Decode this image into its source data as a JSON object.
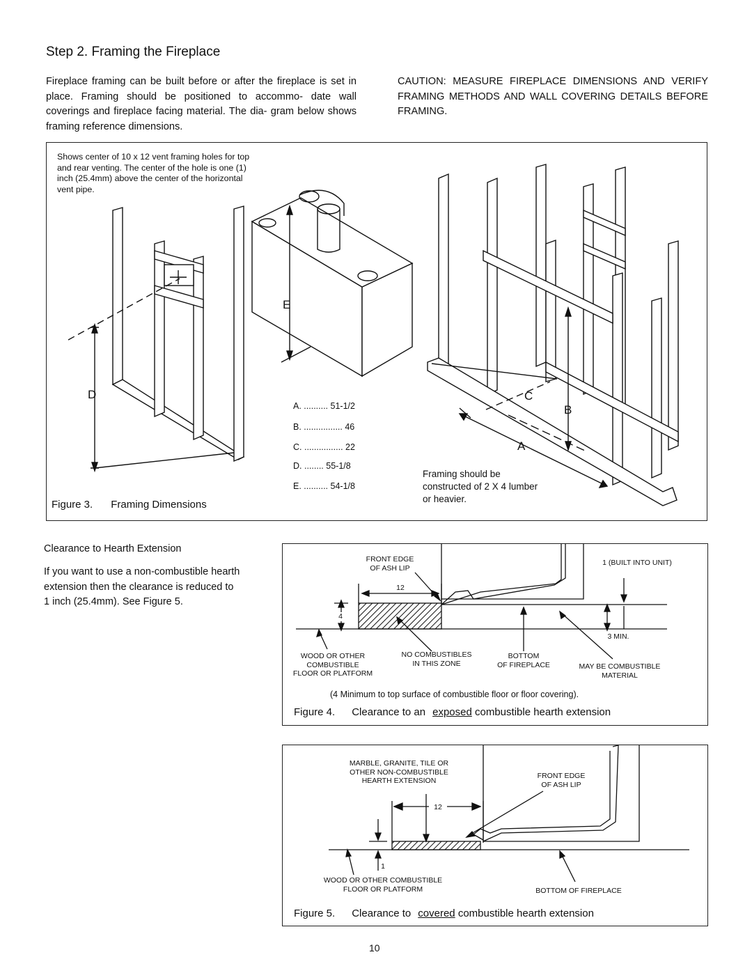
{
  "step_title": "Step 2.  Framing the Fireplace",
  "intro": "Fireplace framing can be built before or after the fireplace is set in place. Framing should be positioned to accommo- date wall coverings and fireplace facing material. The dia- gram below shows framing reference dimensions.",
  "caution": "CAUTION: MEASURE FIREPLACE DIMENSIONS AND VERIFY FRAMING METHODS AND WALL COVERING DETAILS BEFORE FRAMING.",
  "figure3": {
    "note": "Shows center of 10  x 12  vent framing holes for top and rear venting. The center of the hole is one (1) inch (25.4mm) above the center of the horizontal vent pipe.",
    "caption_num": "Figure 3.",
    "caption_text": "Framing Dimensions",
    "letters": {
      "A": "A",
      "B": "B",
      "C": "C",
      "D": "D",
      "E": "E"
    },
    "dimensions": [
      {
        "key": "A.",
        "dots": "..........",
        "value": "51-1/2"
      },
      {
        "key": "B.",
        "dots": "................",
        "value": "46"
      },
      {
        "key": "C.",
        "dots": "................",
        "value": "22"
      },
      {
        "key": "D.",
        "dots": "........",
        "value": "55-1/8"
      },
      {
        "key": "E.",
        "dots": "..........",
        "value": "54-1/8"
      }
    ],
    "framing_note": "Framing should be constructed of 2 X 4 lumber or heavier."
  },
  "hearth": {
    "heading": "Clearance to Hearth Extension",
    "body": "If you want to use a non-combustible hearth extension then the clearance is reduced to 1 inch (25.4mm). See Figure 5."
  },
  "figure4": {
    "front_edge": [
      "FRONT EDGE",
      "OF ASH LIP"
    ],
    "built_in": "1  (BUILT INTO UNIT)",
    "dim_12": "12",
    "dim_4": "4",
    "min3": "3  MIN.",
    "wood": [
      "WOOD OR OTHER",
      "COMBUSTIBLE",
      "FLOOR OR PLATFORM"
    ],
    "no_comb": [
      "NO COMBUSTIBLES",
      "IN THIS ZONE"
    ],
    "bottom": [
      "BOTTOM",
      "OF FIREPLACE"
    ],
    "may_be": [
      "MAY BE COMBUSTIBLE",
      "MATERIAL"
    ],
    "footnote": "(4  Minimum to top surface of combustible floor or floor covering).",
    "caption_num": "Figure 4.",
    "caption_pre": "Clearance to an",
    "caption_u": "exposed",
    "caption_post": "combustible hearth extension"
  },
  "figure5": {
    "marble": [
      "MARBLE, GRANITE, TILE OR",
      "OTHER NON-COMBUSTIBLE",
      "HEARTH EXTENSION"
    ],
    "front_edge": [
      "FRONT EDGE",
      "OF ASH LIP"
    ],
    "dim_12": "12",
    "dim_1": "1",
    "wood": [
      "WOOD OR OTHER COMBUSTIBLE",
      "FLOOR OR PLATFORM"
    ],
    "bottom": "BOTTOM OF FIREPLACE",
    "caption_num": "Figure 5.",
    "caption_pre": "Clearance to",
    "caption_u": "covered",
    "caption_post": "combustible hearth extension"
  },
  "page_number": "10"
}
